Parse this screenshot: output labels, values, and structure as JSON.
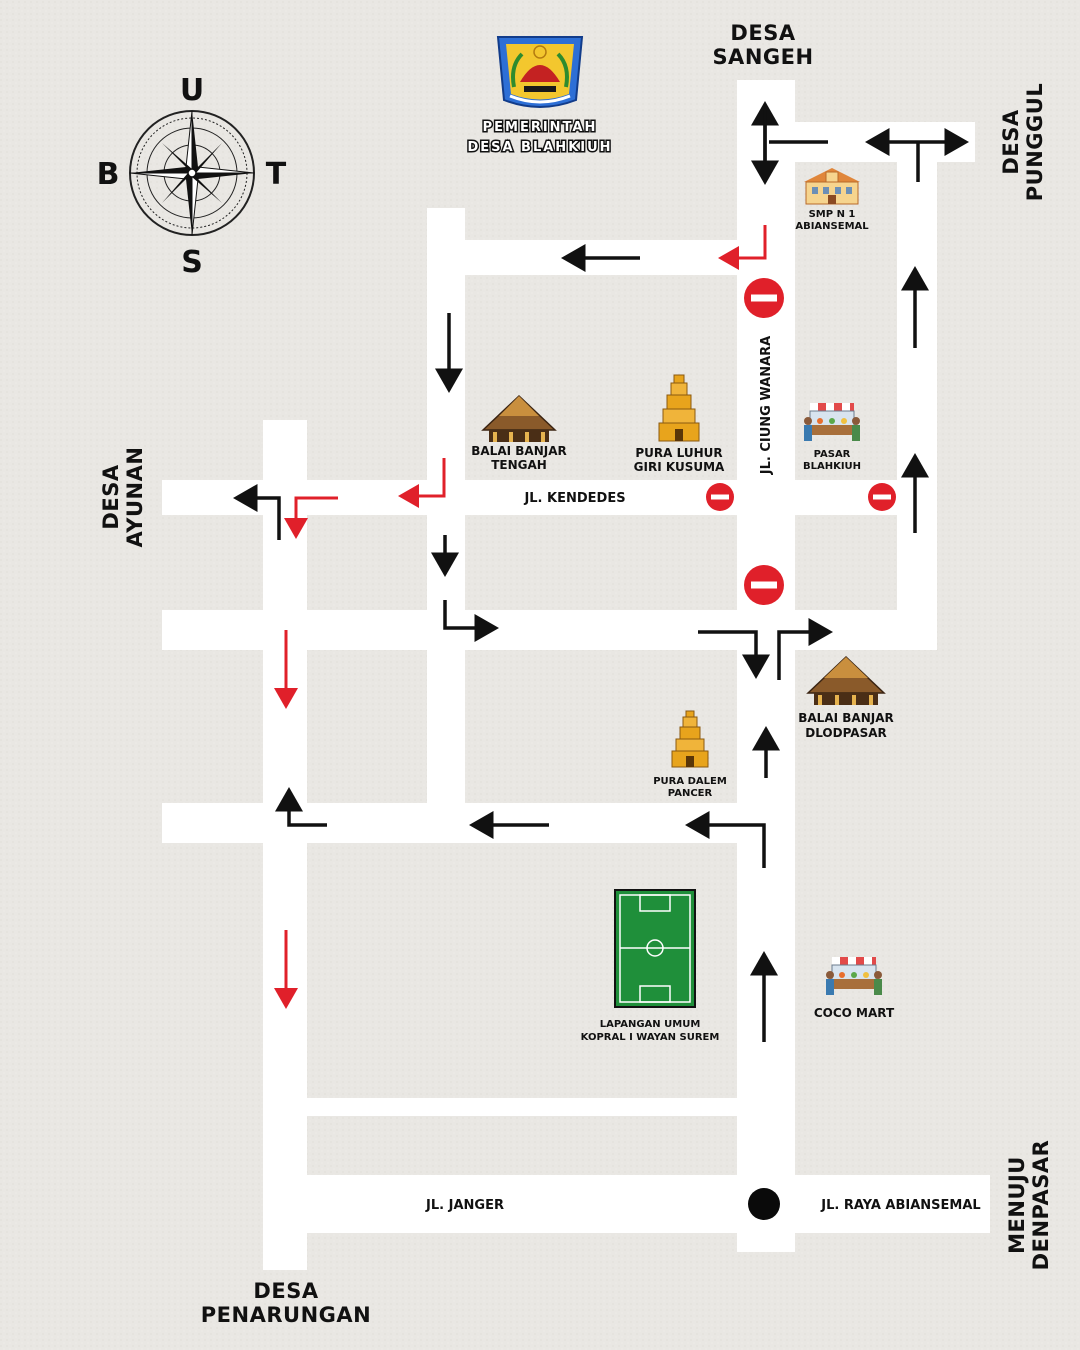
{
  "colors": {
    "background": "#e9e7e3",
    "road": "#ffffff",
    "arrow_black": "#111111",
    "arrow_red": "#e0202a",
    "no_entry": "#e0202a",
    "field_green": "#1f8f3a",
    "temple_gold": "#e8a41c"
  },
  "compass": {
    "north": "U",
    "south": "S",
    "west": "B",
    "east": "T"
  },
  "emblem": {
    "icon": "government-emblem",
    "title_line1": "PEMERINTAH",
    "title_line2": "DESA BLAHKIUH"
  },
  "directions": {
    "north": {
      "line1": "DESA",
      "line2": "SANGEH"
    },
    "east": {
      "line1": "DESA",
      "line2": "PUNGGUL"
    },
    "west": {
      "line1": "DESA",
      "line2": "AYUNAN"
    },
    "south": {
      "line1": "DESA",
      "line2": "PENARUNGAN"
    },
    "southeast": {
      "line1": "MENUJU",
      "line2": "DENPASAR"
    }
  },
  "roads": {
    "kendedes": "JL. KENDEDES",
    "ciung_wanara": "JL. CIUNG WANARA",
    "janger": "JL. JANGER",
    "raya_abiansemal": "JL. RAYA ABIANSEMAL"
  },
  "places": {
    "smp": {
      "line1": "SMP N 1",
      "line2": "ABIANSEMAL",
      "icon": "school-icon"
    },
    "balai_tengah": {
      "line1": "BALAI BANJAR",
      "line2": "TENGAH",
      "icon": "balai-icon"
    },
    "pura_luhur": {
      "line1": "PURA LUHUR",
      "line2": "GIRI KUSUMA",
      "icon": "temple-icon"
    },
    "pasar": {
      "line1": "PASAR",
      "line2": "BLAHKIUH",
      "icon": "market-icon"
    },
    "balai_dlodpasar": {
      "line1": "BALAI BANJAR",
      "line2": "DLODPASAR",
      "icon": "balai-icon"
    },
    "pura_dalem": {
      "line1": "PURA DALEM",
      "line2": "PANCER",
      "icon": "temple-icon"
    },
    "lapangan": {
      "line1": "LAPANGAN UMUM",
      "line2": "KOPRAL I WAYAN SUREM",
      "icon": "football-field-icon"
    },
    "coco_mart": {
      "line1": "COCO MART",
      "icon": "market-icon"
    }
  },
  "legend_markers": {
    "no_entry": "no-entry-sign",
    "venue_point": "venue-dot"
  }
}
